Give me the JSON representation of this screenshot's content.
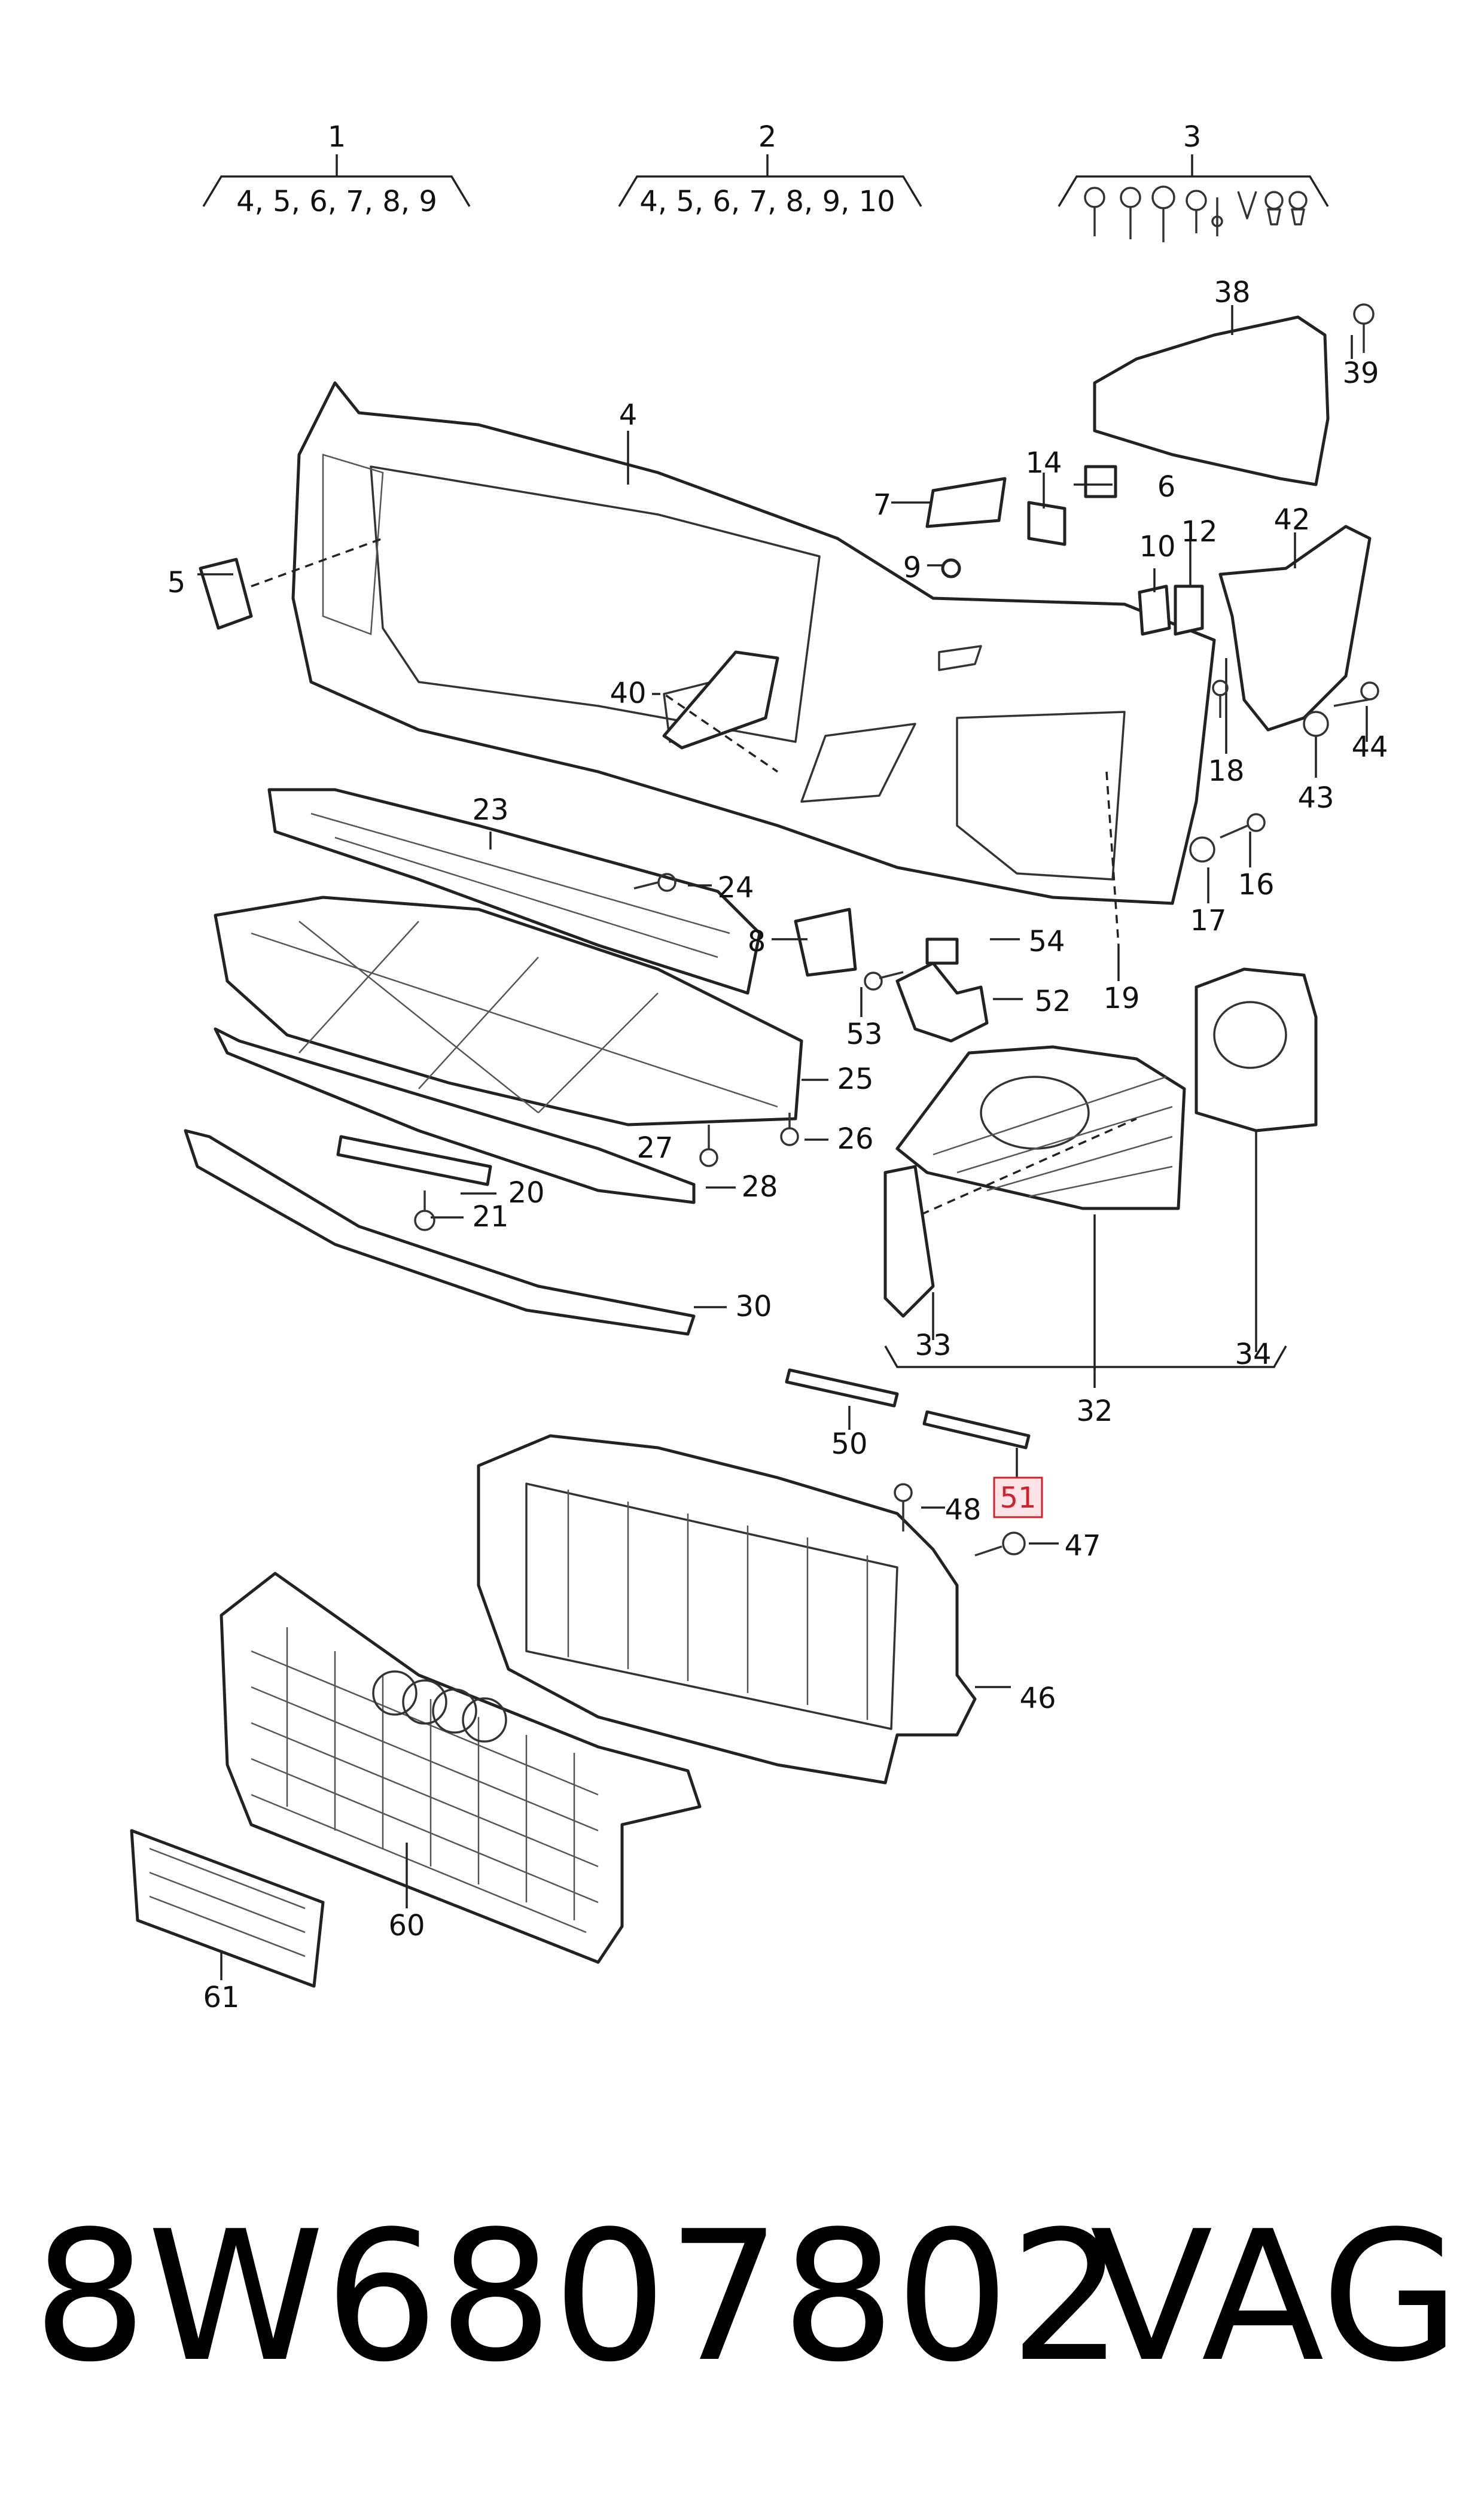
{
  "groups": [
    {
      "number": "1",
      "contents": "4, 5, 6, 7, 8, 9"
    },
    {
      "number": "2",
      "contents": "4, 5, 6, 7, 8, 9, 10"
    },
    {
      "number": "3",
      "contents": ""
    }
  ],
  "callouts": {
    "p4": "4",
    "p5": "5",
    "p6": "6",
    "p7": "7",
    "p8": "8",
    "p9": "9",
    "p10": "10",
    "p12": "12",
    "p14": "14",
    "p16": "16",
    "p17": "17",
    "p18": "18",
    "p19": "19",
    "p20": "20",
    "p21": "21",
    "p23": "23",
    "p24": "24",
    "p25": "25",
    "p26": "26",
    "p27": "27",
    "p28": "28",
    "p30": "30",
    "p32": "32",
    "p33": "33",
    "p34": "34",
    "p38": "38",
    "p39": "39",
    "p40": "40",
    "p42": "42",
    "p43": "43",
    "p44": "44",
    "p46": "46",
    "p47": "47",
    "p48": "48",
    "p50": "50",
    "p51": "51",
    "p52": "52",
    "p53": "53",
    "p54": "54",
    "p60": "60",
    "p61": "61"
  },
  "highlighted_callout": "51",
  "highlight_color": "#d02030",
  "footer": {
    "part_number": "8W6807802",
    "brand": "VAG"
  }
}
